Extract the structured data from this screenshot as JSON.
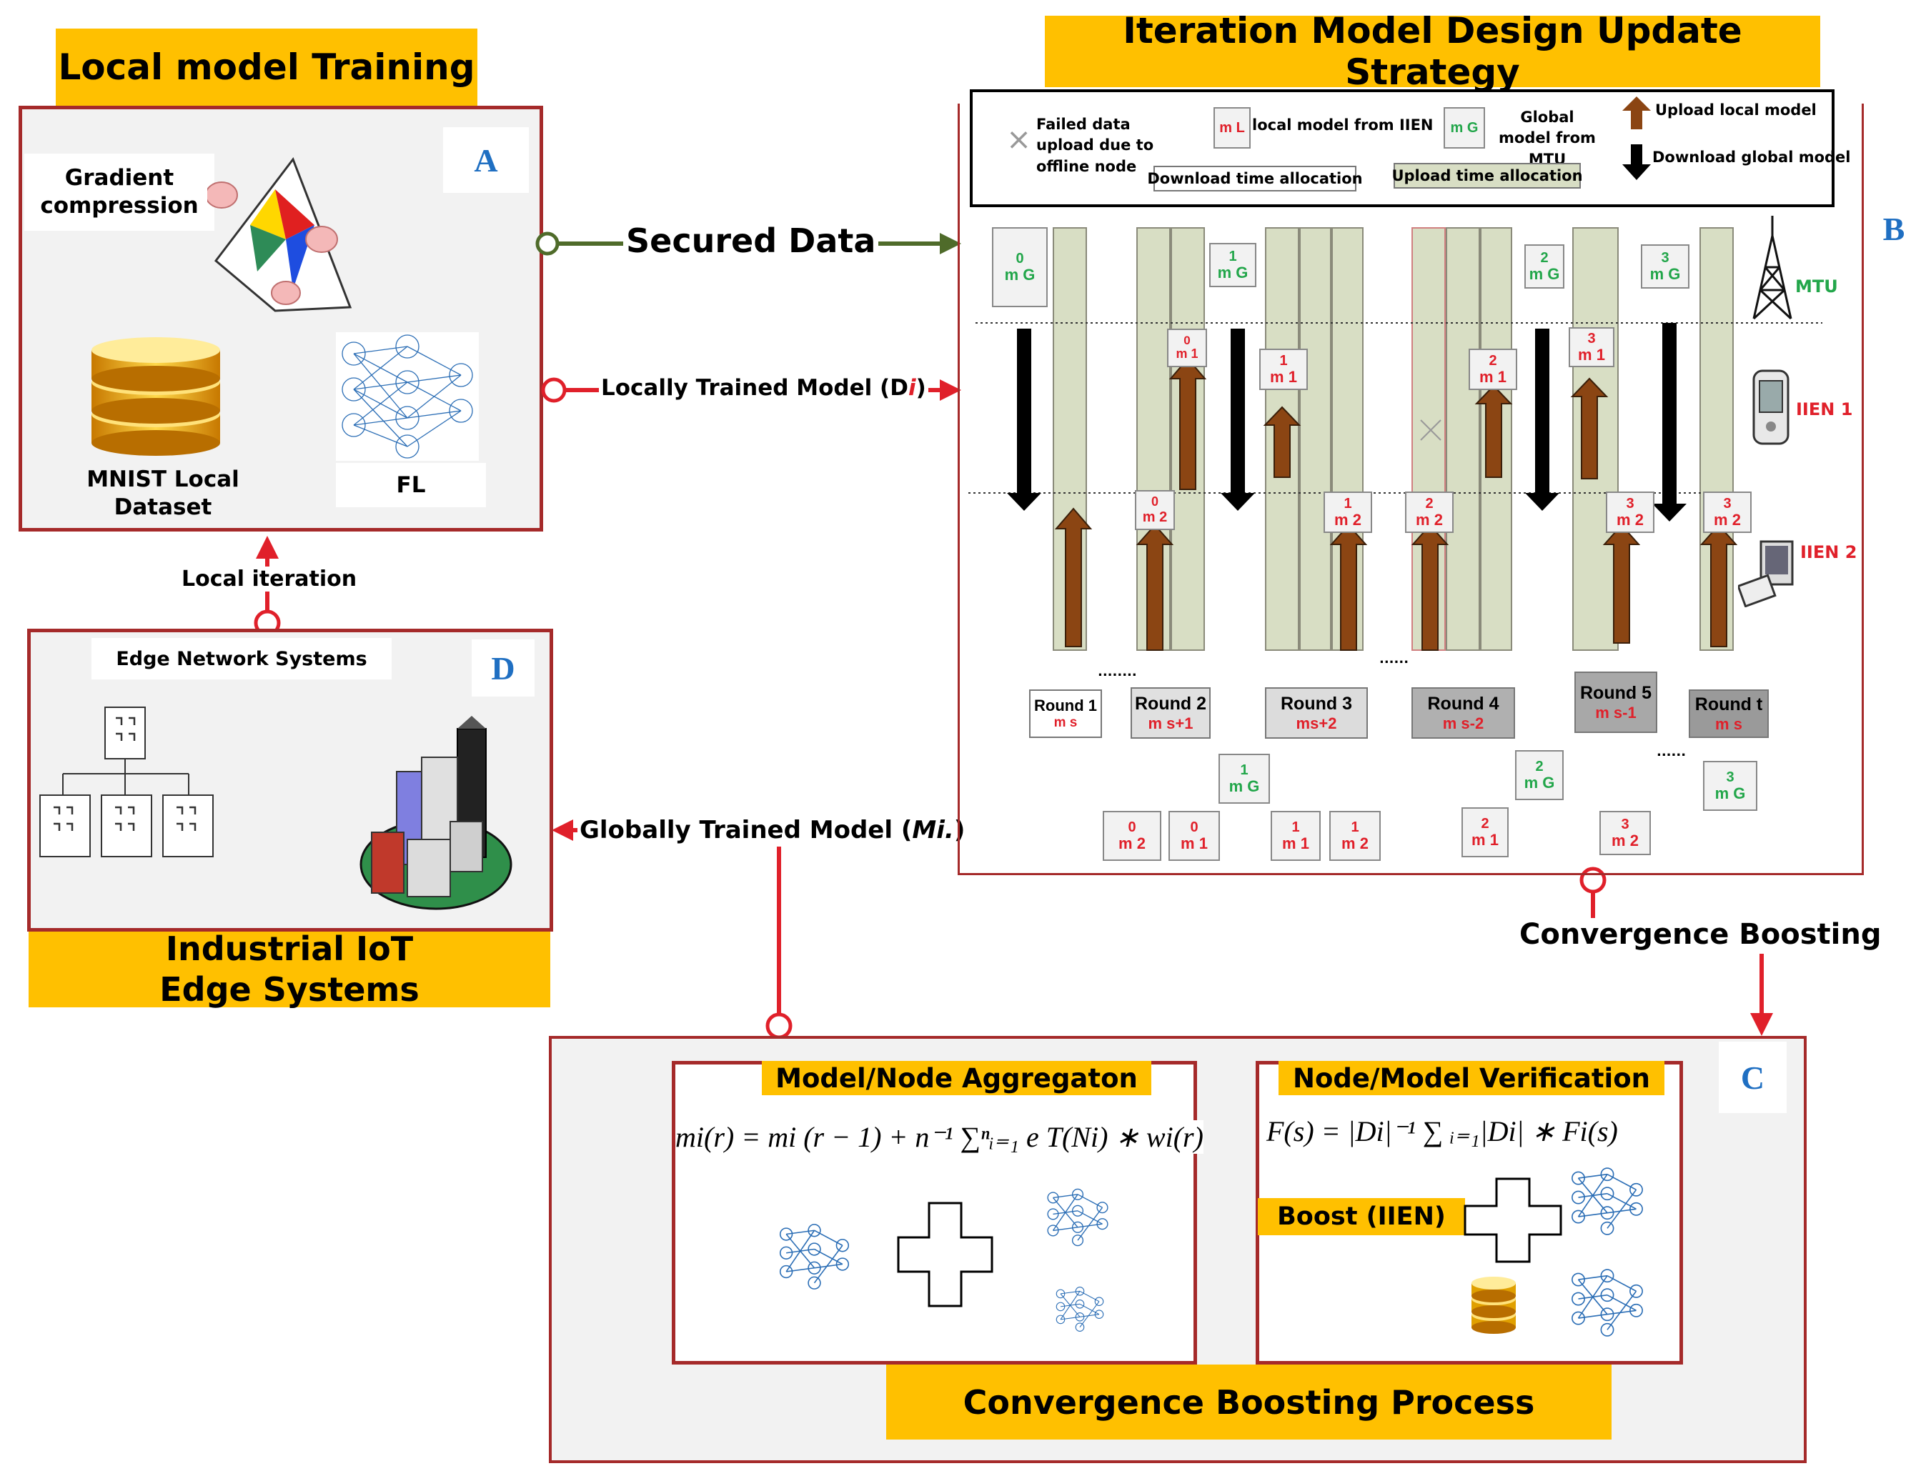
{
  "titles": {
    "local_training": "Local model Training",
    "iteration_strategy": "Iteration Model Design Update Strategy",
    "industrial": "Industrial IoT Edge Systems",
    "convergence_process": "Convergence Boosting Process",
    "aggregation": "Model/Node Aggregaton",
    "verification": "Node/Model Verification"
  },
  "panel_letters": {
    "a": "A",
    "b": "B",
    "c": "C",
    "d": "D"
  },
  "panel_a": {
    "gradient": "Gradient compression",
    "dataset": "MNIST Local Dataset",
    "fl": "FL"
  },
  "panel_d": {
    "edge": "Edge Network Systems"
  },
  "connectors": {
    "secured": "Secured Data",
    "locally_prefix": "Locally Trained Model (D",
    "locally_italic": "i",
    "locally_suffix": ")",
    "local_iteration": "Local iteration",
    "globally_prefix": "Globally Trained Model (",
    "globally_italic": "Mi.",
    "globally_suffix": ")",
    "convergence": "Convergence Boosting"
  },
  "legend": {
    "failed": "Failed data upload due to offline node",
    "ml_top": "m",
    "ml_bottom": "L",
    "local_from": "local model from IIEN",
    "mg_top": "m",
    "mg_bottom": "G",
    "global_model": "Global model from MTU",
    "upload": "Upload local model",
    "download": "Download global model",
    "download_time": "Download time allocation",
    "upload_time": "Upload time allocation"
  },
  "nodes": {
    "mtu": "MTU",
    "iien1": "IIEN 1",
    "iien2": "IIEN 2"
  },
  "timeline_boxes": [
    {
      "top": "0",
      "bottom": "m G",
      "color": "green"
    },
    {
      "top": "1",
      "bottom": "m G",
      "color": "green"
    },
    {
      "top": "2",
      "bottom": "m G",
      "color": "green"
    },
    {
      "top": "3",
      "bottom": "m G",
      "color": "green"
    },
    {
      "top": "0",
      "bottom": "m 1",
      "color": "red"
    },
    {
      "top": "1",
      "bottom": "m 1",
      "color": "red"
    },
    {
      "top": "2",
      "bottom": "m 1",
      "color": "red"
    },
    {
      "top": "3",
      "bottom": "m 1",
      "color": "red"
    },
    {
      "top": "0",
      "bottom": "m 2",
      "color": "red"
    },
    {
      "top": "1",
      "bottom": "m 2",
      "color": "red"
    },
    {
      "top": "2",
      "bottom": "m 2",
      "color": "red"
    },
    {
      "top": "3",
      "bottom": "m 2",
      "color": "red"
    },
    {
      "top": "3",
      "bottom": "m 2",
      "color": "red"
    }
  ],
  "rounds": [
    {
      "title": "Round 1",
      "sub": "m s"
    },
    {
      "title": "Round 2",
      "sub": "m s+1"
    },
    {
      "title": "Round 3",
      "sub": "ms+2"
    },
    {
      "title": "Round 4",
      "sub": "m s-2"
    },
    {
      "title": "Round 5",
      "sub": "m s-1"
    },
    {
      "title": "Round t",
      "sub": "m s"
    }
  ],
  "dots": {
    "a": "........",
    "b": "......",
    "c": "......"
  },
  "lower_boxes": [
    {
      "top": "1",
      "bottom": "m G",
      "color": "green"
    },
    {
      "top": "2",
      "bottom": "m G",
      "color": "green"
    },
    {
      "top": "3",
      "bottom": "m G",
      "color": "green"
    },
    {
      "top": "0",
      "bottom": "m 2",
      "color": "red"
    },
    {
      "top": "0",
      "bottom": "m 1",
      "color": "red"
    },
    {
      "top": "1",
      "bottom": "m 1",
      "color": "red"
    },
    {
      "top": "1",
      "bottom": "m 2",
      "color": "red"
    },
    {
      "top": "2",
      "bottom": "m 1",
      "color": "red"
    },
    {
      "top": "3",
      "bottom": "m 2",
      "color": "red"
    }
  ],
  "formulas": {
    "aggregation": "mi(r) = mi (r − 1) + n⁻¹ ∑ⁿᵢ₌₁ e T(Ni) ∗ wi(r)",
    "verification": "F(s) = |Di|⁻¹ ∑ ᵢ₌₁|Di| ∗ Fi(s)"
  },
  "boost_label": "Boost (IIEN)",
  "colors": {
    "accent": "#ffc000",
    "border": "#a52a2a",
    "arrow_red": "#e0202a",
    "arrow_green": "#4f6b2a",
    "upload": "#8b4513",
    "column": "#d8dec4"
  }
}
